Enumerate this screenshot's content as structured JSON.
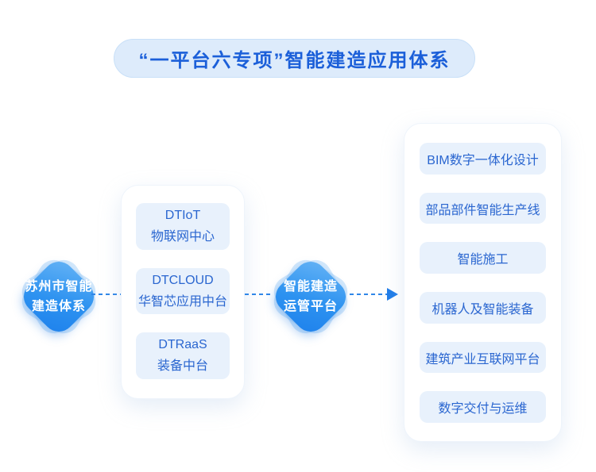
{
  "title": {
    "text": "“一平台六专项”智能建造应用体系"
  },
  "colors": {
    "accent_blue": "#2b8cee",
    "title_text": "#1b5fd9",
    "title_bg": "#ddebfb",
    "node_box_bg": "#e8f1fc",
    "node_box_text": "#2a66d0",
    "diamond_gradient_top": "#61b1f5",
    "diamond_gradient_bottom": "#1e81ec",
    "connector_dash": "#2f86e8"
  },
  "left_node": {
    "line1": "苏州市智能",
    "line2": "建造体系"
  },
  "center_node": {
    "line1": "智能建造",
    "line2": "运管平台"
  },
  "platform_panel": {
    "items": [
      {
        "en": "DTIoT",
        "zh": "物联网中心"
      },
      {
        "en": "DTCLOUD",
        "zh": "华智芯应用中台"
      },
      {
        "en": "DTRaaS",
        "zh": "装备中台"
      }
    ]
  },
  "applications_panel": {
    "items": [
      {
        "label": "BIM数字一体化设计"
      },
      {
        "label": "部品部件智能生产线"
      },
      {
        "label": "智能施工"
      },
      {
        "label": "机器人及智能装备"
      },
      {
        "label": "建筑产业互联网平台"
      },
      {
        "label": "数字交付与运维"
      }
    ]
  }
}
